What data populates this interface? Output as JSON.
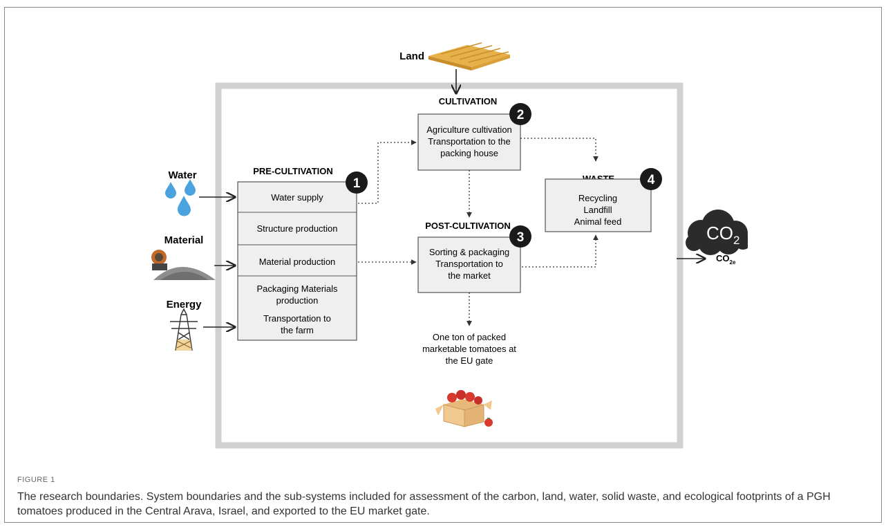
{
  "inputs": {
    "land": "Land",
    "water": "Water",
    "material": "Material",
    "energy": "Energy"
  },
  "stages": {
    "pre_cultivation": {
      "number": "1",
      "title": "PRE-CULTIVATION",
      "rows": {
        "water_supply": "Water supply",
        "structure_production": "Structure production",
        "material_production": "Material production",
        "packaging_line1": "Packaging Materials",
        "packaging_line2": "production",
        "transport_line1": "Transportation to",
        "transport_line2": "the farm"
      }
    },
    "cultivation": {
      "number": "2",
      "title": "CULTIVATION",
      "line1": "Agriculture cultivation",
      "line2": "Transportation to the",
      "line3": "packing house"
    },
    "post_cultivation": {
      "number": "3",
      "title": "POST-CULTIVATION",
      "line1": "Sorting & packaging",
      "line2": "Transportation to",
      "line3": "the market"
    },
    "waste": {
      "number": "4",
      "title": "WASTE",
      "line1": "Recycling",
      "line2": "Landfill",
      "line3": "Animal feed"
    }
  },
  "output": {
    "line1": "One ton of packed",
    "line2": "marketable tomatoes at",
    "line3": "the EU gate"
  },
  "emissions": {
    "cloud_label": "CO",
    "cloud_sub": "2",
    "out_label": "CO",
    "out_sub": "2e"
  },
  "caption": {
    "label": "FIGURE 1",
    "text": "The research boundaries. System boundaries and the sub-systems included for assessment of the carbon, land, water, solid waste, and ecological footprints of a PGH tomatoes produced in the Central Arava, Israel, and exported to the EU market gate."
  },
  "colors": {
    "boundary": "#d0d0d0",
    "box_fill": "#efefef",
    "badge": "#1a1a1a",
    "water": "#4aa3df",
    "land": "#e7b14a",
    "tomato": "#d83a2e",
    "crate": "#f1c98f"
  }
}
